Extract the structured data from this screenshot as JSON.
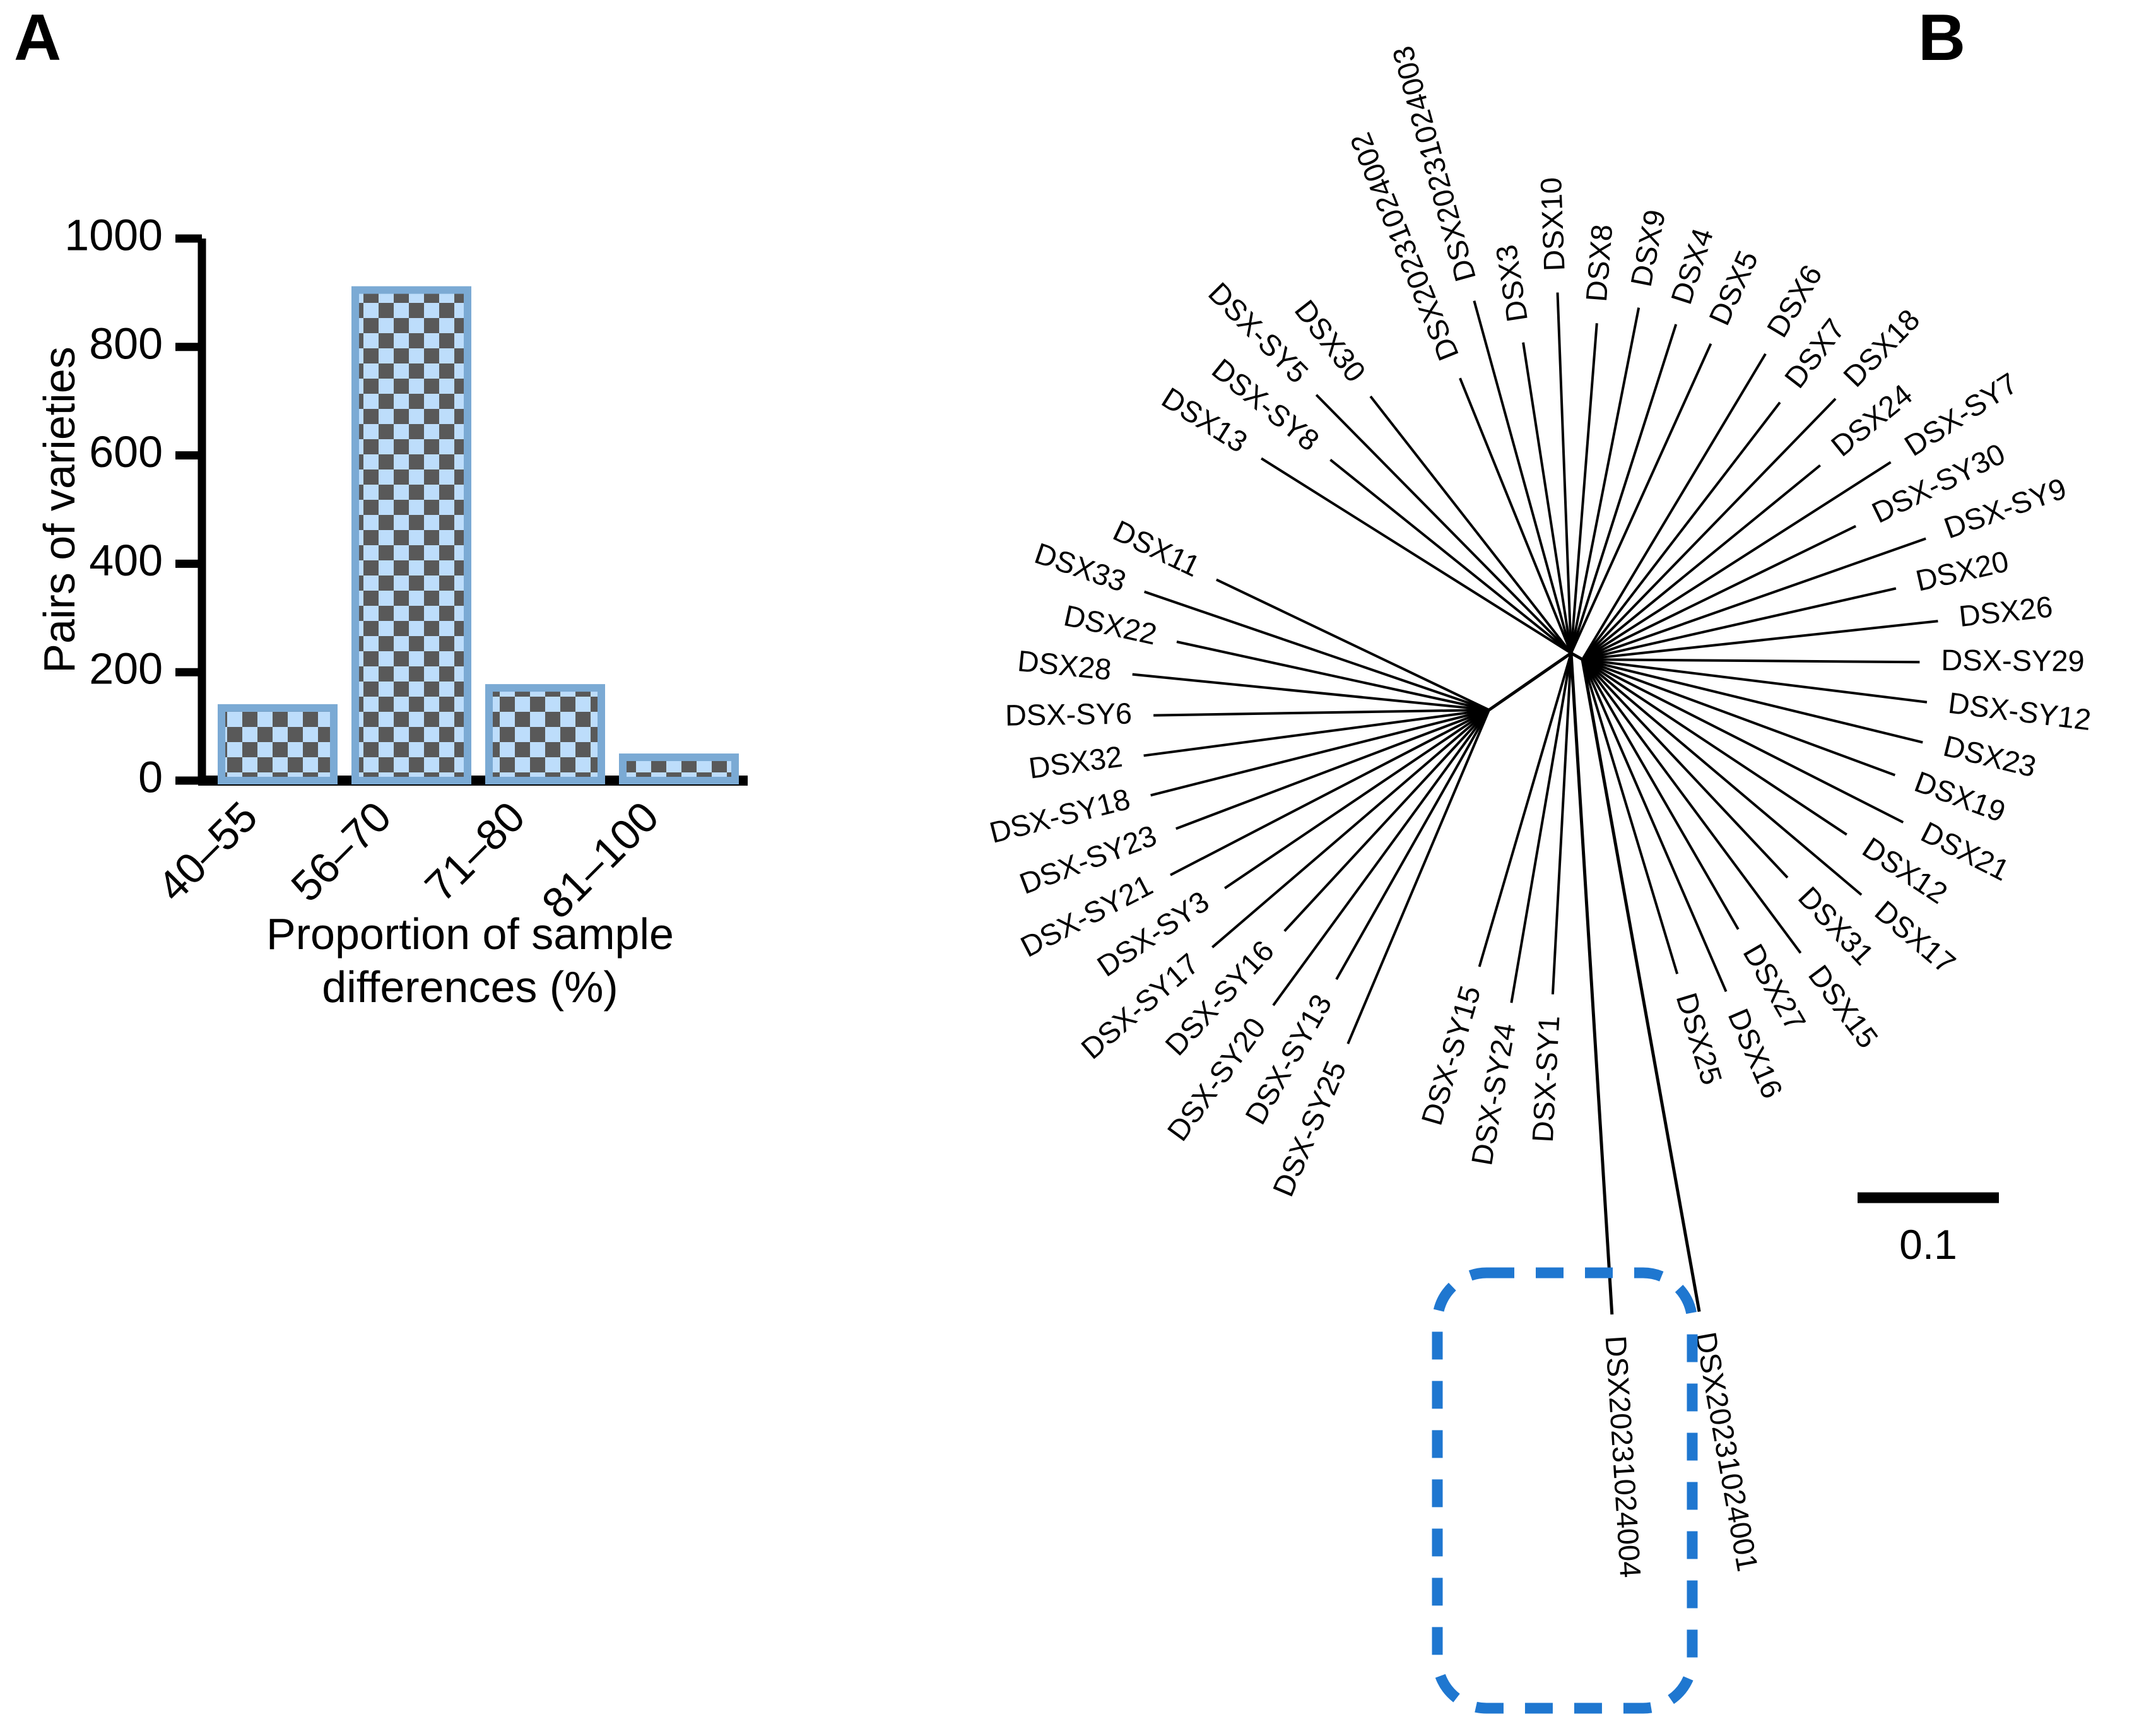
{
  "panels": {
    "a_letter": "A",
    "b_letter": "B"
  },
  "chart_data": {
    "type": "bar",
    "title": "",
    "categories": [
      "40–55",
      "56–70",
      "71–80",
      "81–100"
    ],
    "values": [
      134,
      905,
      171,
      43
    ],
    "xlabel_line1": "Proportion of sample",
    "xlabel_line2": "differences (%)",
    "ylabel": "Pairs of varieties",
    "ylim": [
      0,
      1000
    ],
    "yticks": [
      0,
      200,
      400,
      600,
      800,
      1000
    ],
    "ytick_labels": [
      "0",
      "200",
      "400",
      "600",
      "800",
      "1000"
    ],
    "grid": false,
    "legend": null,
    "bar_fill_light": "#BDDDFB",
    "bar_fill_dark": "#595959",
    "bar_stroke": "#7BAAD4",
    "pattern": "checkerboard"
  },
  "tree": {
    "type": "unrooted-phylogram",
    "scale_bar_label": "0.1",
    "highlight_color": "#1F77D0",
    "highlighted_taxa": [
      "DSX20231024001",
      "DSX20231024004"
    ],
    "tips": [
      {
        "label": "DSX20231024002"
      },
      {
        "label": "DSX20231024003"
      },
      {
        "label": "DSX3"
      },
      {
        "label": "DSX10"
      },
      {
        "label": "DSX8"
      },
      {
        "label": "DSX9"
      },
      {
        "label": "DSX4"
      },
      {
        "label": "DSX5"
      },
      {
        "label": "DSX6"
      },
      {
        "label": "DSX7"
      },
      {
        "label": "DSX18"
      },
      {
        "label": "DSX24"
      },
      {
        "label": "DSX-SY7"
      },
      {
        "label": "DSX-SY30"
      },
      {
        "label": "DSX-SY9"
      },
      {
        "label": "DSX20"
      },
      {
        "label": "DSX26"
      },
      {
        "label": "DSX-SY29"
      },
      {
        "label": "DSX-SY12"
      },
      {
        "label": "DSX23"
      },
      {
        "label": "DSX19"
      },
      {
        "label": "DSX21"
      },
      {
        "label": "DSX12"
      },
      {
        "label": "DSX17"
      },
      {
        "label": "DSX31"
      },
      {
        "label": "DSX15"
      },
      {
        "label": "DSX27"
      },
      {
        "label": "DSX16"
      },
      {
        "label": "DSX25"
      },
      {
        "label": "DSX20231024001"
      },
      {
        "label": "DSX20231024004"
      },
      {
        "label": "DSX-SY1"
      },
      {
        "label": "DSX-SY24"
      },
      {
        "label": "DSX-SY15"
      },
      {
        "label": "DSX-SY25"
      },
      {
        "label": "DSX-SY13"
      },
      {
        "label": "DSX-SY20"
      },
      {
        "label": "DSX-SY16"
      },
      {
        "label": "DSX-SY17"
      },
      {
        "label": "DSX-SY3"
      },
      {
        "label": "DSX-SY21"
      },
      {
        "label": "DSX-SY23"
      },
      {
        "label": "DSX-SY18"
      },
      {
        "label": "DSX32"
      },
      {
        "label": "DSX-SY6"
      },
      {
        "label": "DSX28"
      },
      {
        "label": "DSX22"
      },
      {
        "label": "DSX33"
      },
      {
        "label": "DSX11"
      },
      {
        "label": "DSX13"
      },
      {
        "label": "DSX-SY8"
      },
      {
        "label": "DSX-SY5"
      },
      {
        "label": "DSX30"
      }
    ]
  }
}
